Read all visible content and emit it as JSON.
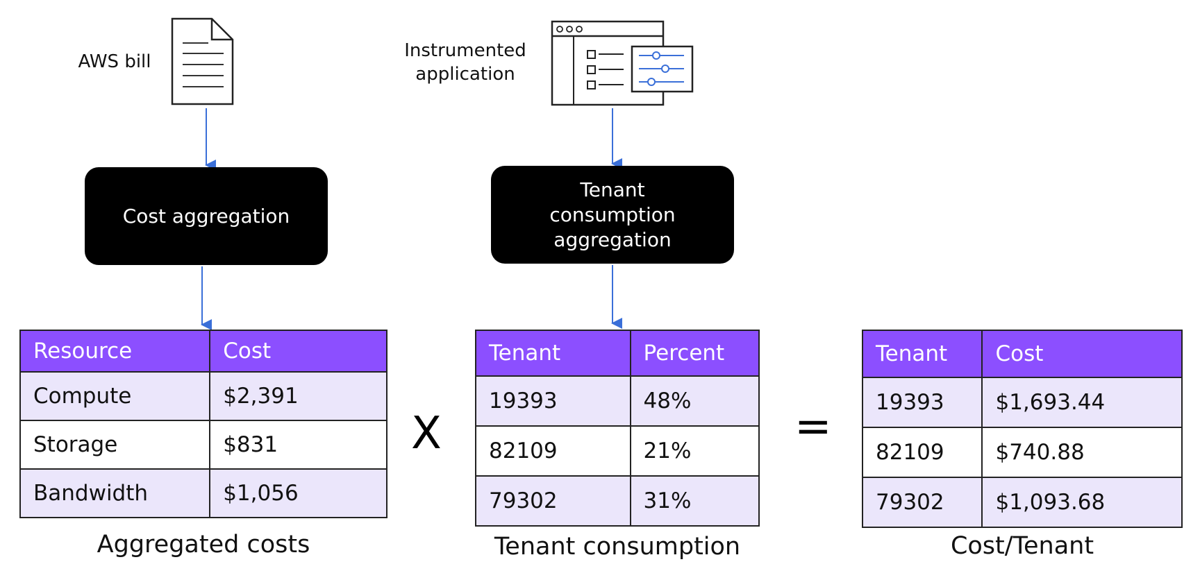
{
  "inputs": {
    "bill_label": "AWS bill",
    "app_label": "Instrumented application"
  },
  "process": {
    "cost": "Cost aggregation",
    "tenant": "Tenant consumption aggregation"
  },
  "operators": {
    "multiply": "X",
    "equals": "="
  },
  "tables": {
    "costs": {
      "caption": "Aggregated costs",
      "headers": [
        "Resource",
        "Cost"
      ],
      "rows": [
        [
          "Compute",
          "$2,391"
        ],
        [
          "Storage",
          "$831"
        ],
        [
          "Bandwidth",
          "$1,056"
        ]
      ]
    },
    "consumption": {
      "caption": "Tenant consumption",
      "headers": [
        "Tenant",
        "Percent"
      ],
      "rows": [
        [
          "19393",
          "48%"
        ],
        [
          "82109",
          "21%"
        ],
        [
          "79302",
          "31%"
        ]
      ]
    },
    "result": {
      "caption": "Cost/Tenant",
      "headers": [
        "Tenant",
        "Cost"
      ],
      "rows": [
        [
          "19393",
          "$1,693.44"
        ],
        [
          "82109",
          "$740.88"
        ],
        [
          "79302",
          "$1,093.68"
        ]
      ]
    }
  },
  "colors": {
    "header": "#8c4fff",
    "row_alt": "#ebe6fb",
    "arrow": "#3a6fd8",
    "box": "#000000"
  }
}
